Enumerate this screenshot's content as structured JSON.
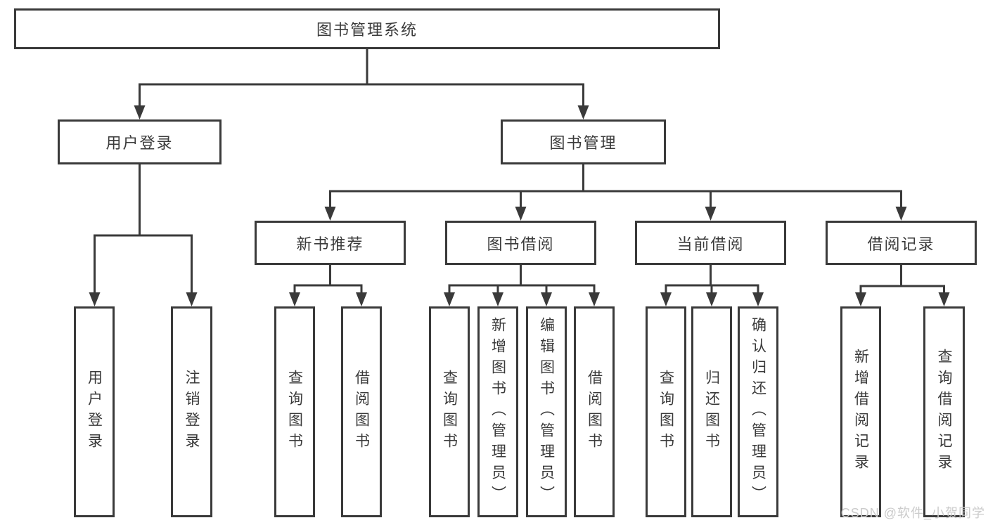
{
  "tree": {
    "root": {
      "label": "图书管理系统"
    },
    "children": [
      {
        "label": "用户登录",
        "leaves": [
          {
            "label": "用户登录"
          },
          {
            "label": "注销登录"
          }
        ]
      },
      {
        "label": "图书管理",
        "children": [
          {
            "label": "新书推荐",
            "leaves": [
              {
                "label": "查询图书"
              },
              {
                "label": "借阅图书"
              }
            ]
          },
          {
            "label": "图书借阅",
            "leaves": [
              {
                "label": "查询图书"
              },
              {
                "label": "新增图书（管理员）"
              },
              {
                "label": "编辑图书（管理员）"
              },
              {
                "label": "借阅图书"
              }
            ]
          },
          {
            "label": "当前借阅",
            "leaves": [
              {
                "label": "查询图书"
              },
              {
                "label": "归还图书"
              },
              {
                "label": "确认归还（管理员）"
              }
            ]
          },
          {
            "label": "借阅记录",
            "leaves": [
              {
                "label": "新增借阅记录"
              },
              {
                "label": "查询借阅记录"
              }
            ]
          }
        ]
      }
    ]
  },
  "watermark": {
    "text": "CSDN @软件_小贺同学"
  },
  "colors": {
    "line": "#3a3a3a",
    "box_border": "#3a3a3a",
    "box_fill": "#ffffff",
    "text": "#3a3a3a",
    "watermark": "#cbcbcb",
    "background": "#ffffff"
  }
}
